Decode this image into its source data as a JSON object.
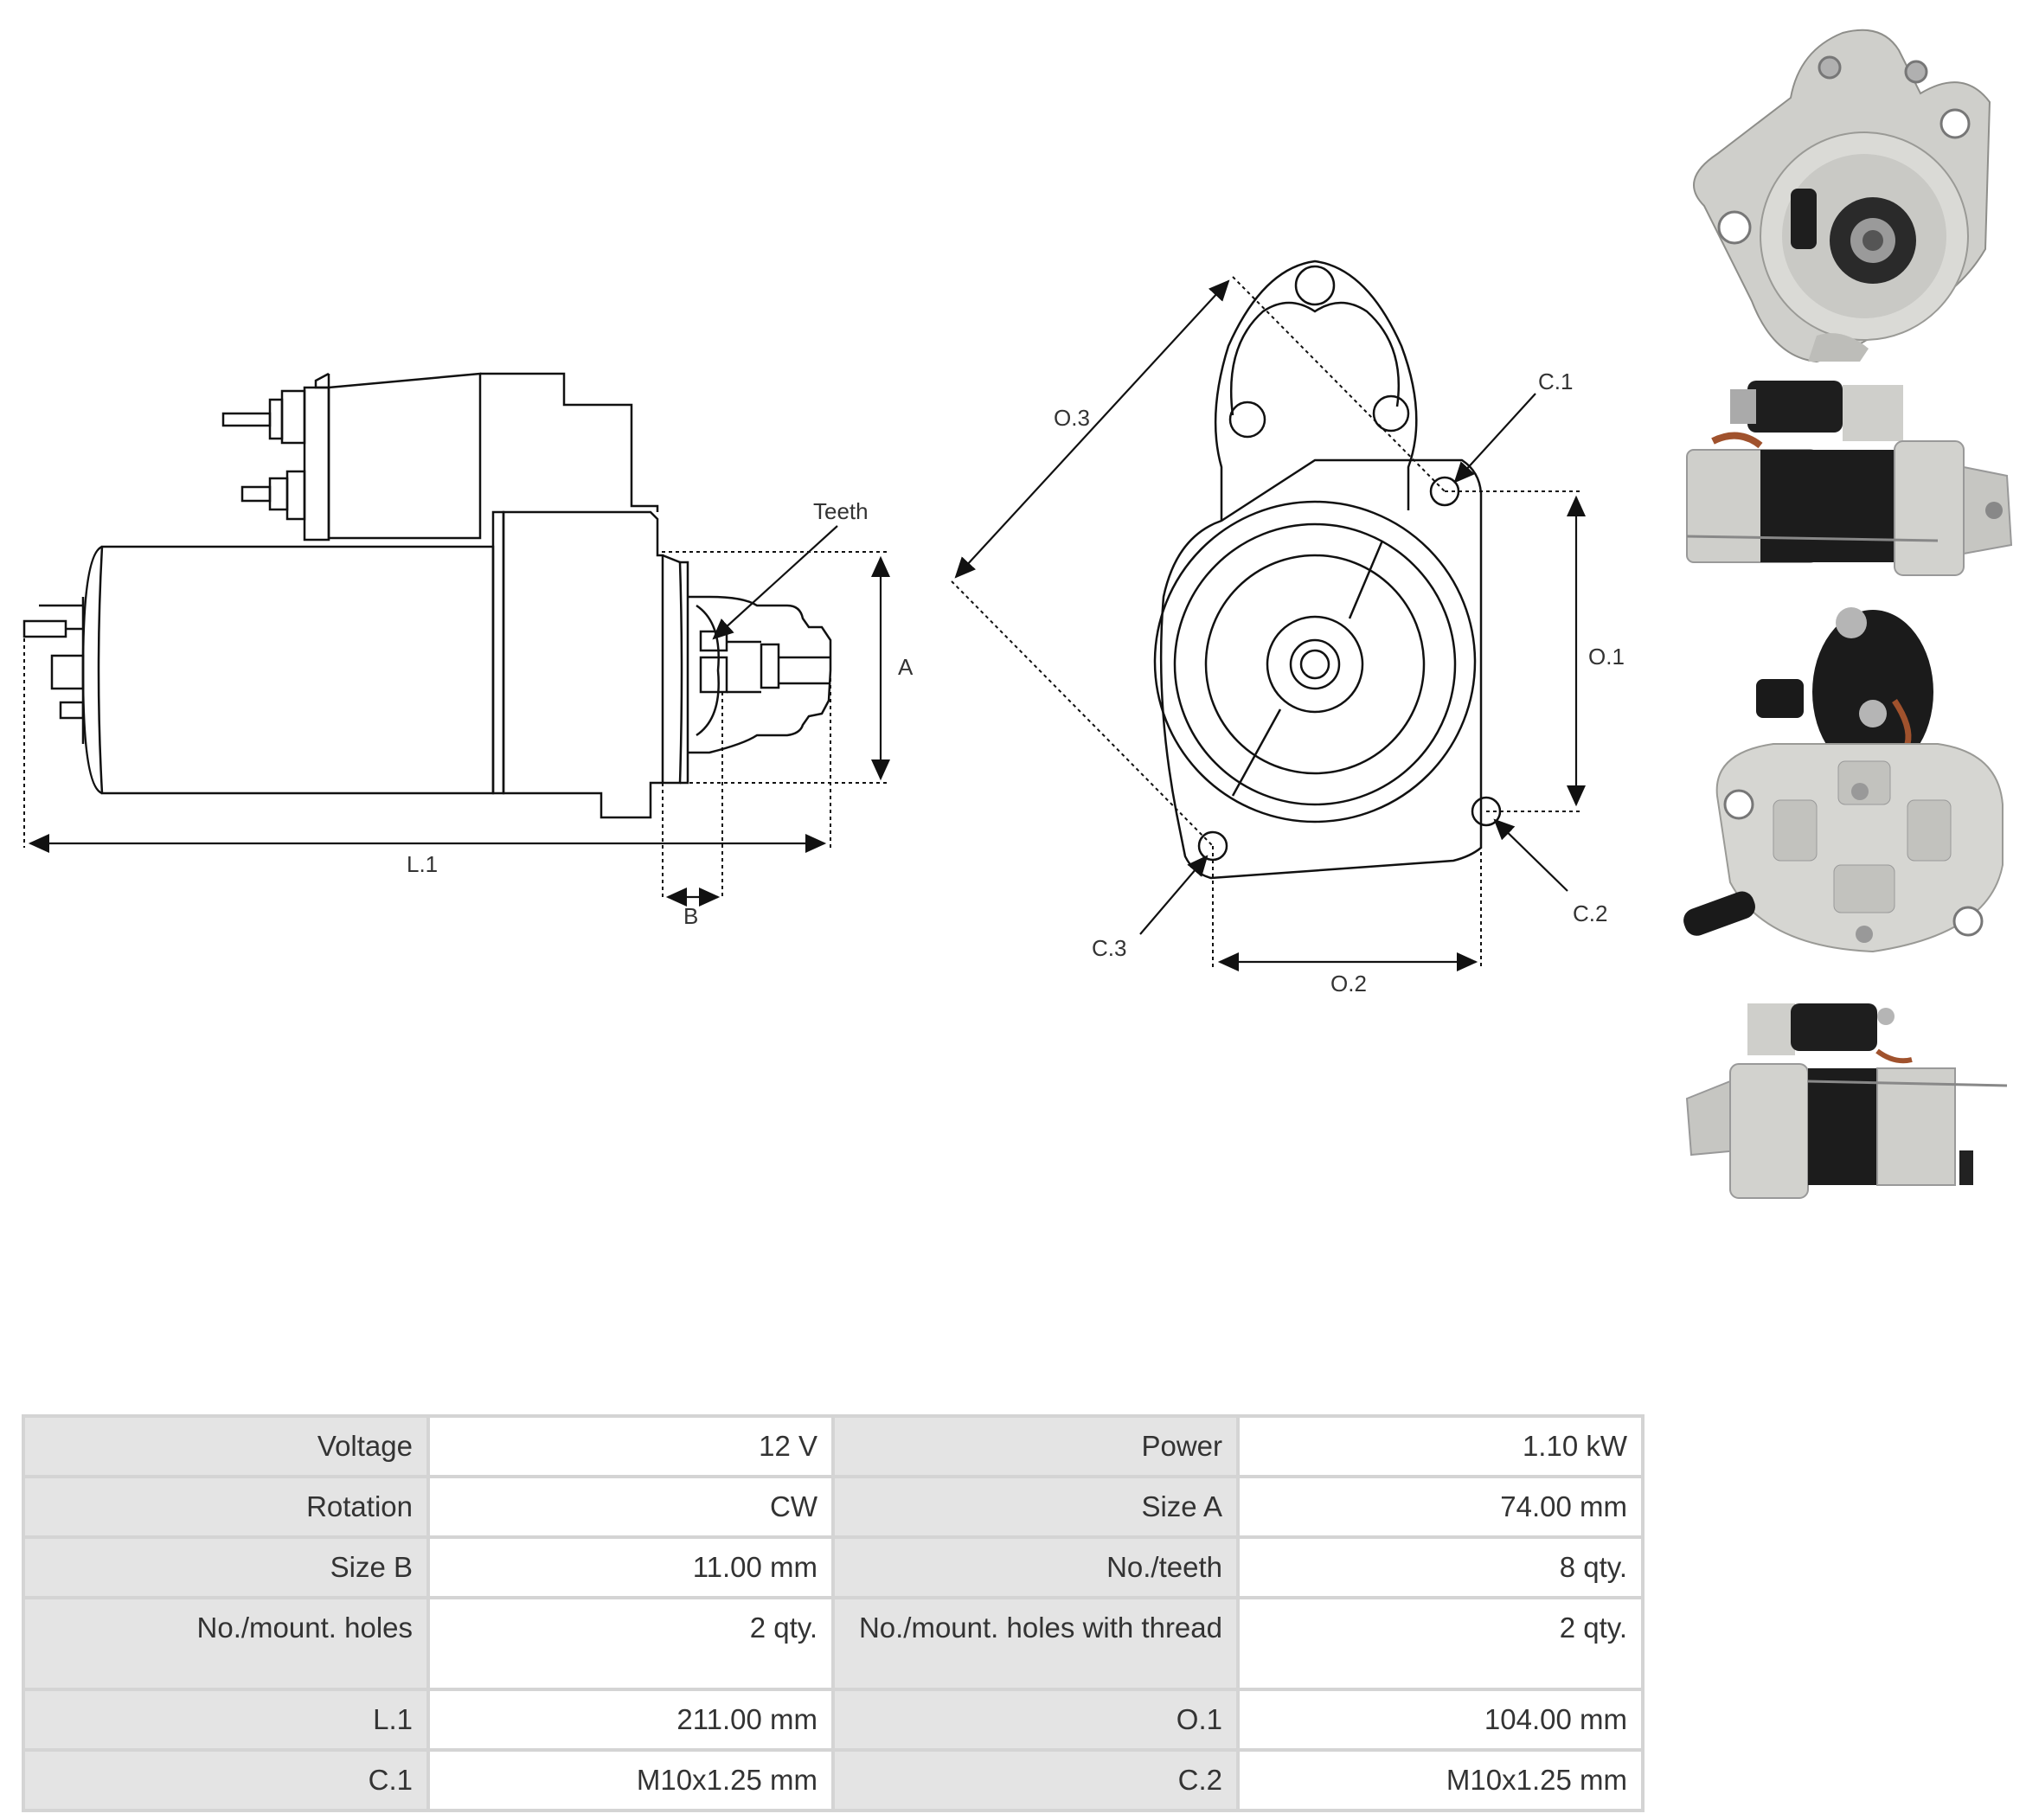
{
  "side_view": {
    "labels": {
      "teeth": "Teeth",
      "a": "A",
      "b": "B",
      "l1": "L.1"
    }
  },
  "front_view": {
    "labels": {
      "o3": "O.3",
      "c1": "C.1",
      "o1": "O.1",
      "c2": "C.2",
      "c3": "C.3",
      "o2": "O.2"
    }
  },
  "photos": [
    {
      "name": "front-photo",
      "description": "starter front view"
    },
    {
      "name": "side-photo",
      "description": "starter side view"
    },
    {
      "name": "rear-photo",
      "description": "starter rear view"
    },
    {
      "name": "side-photo-2",
      "description": "starter side view mirrored"
    }
  ],
  "specs": {
    "rows": [
      {
        "l1": "Voltage",
        "v1": "12 V",
        "l2": "Power",
        "v2": "1.10 kW"
      },
      {
        "l1": "Rotation",
        "v1": "CW",
        "l2": "Size A",
        "v2": "74.00 mm"
      },
      {
        "l1": "Size B",
        "v1": "11.00 mm",
        "l2": "No./teeth",
        "v2": "8 qty."
      },
      {
        "l1": "No./mount. holes",
        "v1": "2 qty.",
        "l2": "No./mount. holes with thread",
        "v2": "2 qty."
      },
      {
        "l1": "L.1",
        "v1": "211.00 mm",
        "l2": "O.1",
        "v2": "104.00 mm"
      },
      {
        "l1": "C.1",
        "v1": "M10x1.25 mm",
        "l2": "C.2",
        "v2": "M10x1.25 mm"
      }
    ]
  },
  "colors": {
    "line": "#111111",
    "table_border": "#d4d4d4",
    "label_bg": "#e4e4e4",
    "metal": "#c8c8c4",
    "black_body": "#1a1a1a",
    "copper": "#a0522d"
  }
}
